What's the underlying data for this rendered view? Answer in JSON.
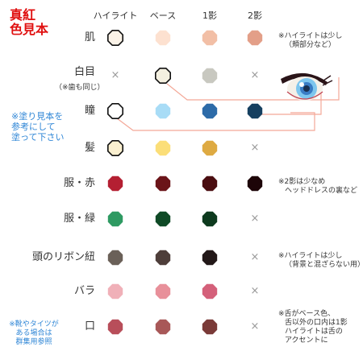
{
  "title": {
    "line1": "真紅",
    "line2": "色見本"
  },
  "headers": [
    "ハイライト",
    "ベース",
    "1影",
    "2影"
  ],
  "side_notes": {
    "paint_ref": [
      "※塗り見本を",
      "参考にして",
      "塗って下さい"
    ],
    "shoes_tights": [
      "※靴やタイツが",
      "ある場合は",
      "群集用参照"
    ]
  },
  "rows": [
    {
      "label": "肌",
      "sub": "",
      "swatches": [
        "#fbf3e8",
        "#fde1d0",
        "#f2bfa6",
        "#e39f88"
      ],
      "highlight_ring": true,
      "note": [
        "※ハイライトは少し",
        "（頬部分など）"
      ]
    },
    {
      "label": "白目",
      "sub": "（※歯も同じ）",
      "swatches": [
        null,
        "#f4f0e0",
        "#c8c8c0",
        null
      ],
      "base_ring": true,
      "note": []
    },
    {
      "label": "瞳",
      "sub": "",
      "swatches": [
        "#ffffff",
        "#a8dcf6",
        "#2d6ba8",
        "#164060"
      ],
      "highlight_ring": true,
      "note": []
    },
    {
      "label": "髪",
      "sub": "",
      "swatches": [
        "#fbf0d0",
        "#fbde78",
        "#deaa42",
        null
      ],
      "highlight_ring": true,
      "note": []
    },
    {
      "label": "服・赤",
      "sub": "",
      "swatches": [
        "#b41f32",
        "#6b1419",
        "#4a0d10",
        "#1d0508"
      ],
      "note": [
        "※2影は少なめ",
        "ヘッドドレスの裏など"
      ]
    },
    {
      "label": "服・緑",
      "sub": "",
      "swatches": [
        "#2e9a62",
        "#0f4a26",
        "#0d3a1e",
        null
      ],
      "note": []
    },
    {
      "label": "頭のリボン紐",
      "sub": "",
      "swatches": [
        "#6a6058",
        "#4e3e3a",
        "#221818",
        null
      ],
      "note": [
        "※ハイライトは少し",
        "（背景と混ざらない用）"
      ]
    },
    {
      "label": "バラ",
      "sub": "",
      "swatches": [
        "#f0b0b8",
        "#e8909a",
        "#d4607a",
        null
      ],
      "note": []
    },
    {
      "label": "口",
      "sub": "",
      "swatches": [
        "#b84e5a",
        "#a85858",
        "#7a3a38",
        null
      ],
      "note": [
        "※舌がベース色、",
        "舌以外の口内は1影",
        "ハイライトは舌の",
        "アクセントに"
      ]
    }
  ],
  "cross_symbol": "×"
}
